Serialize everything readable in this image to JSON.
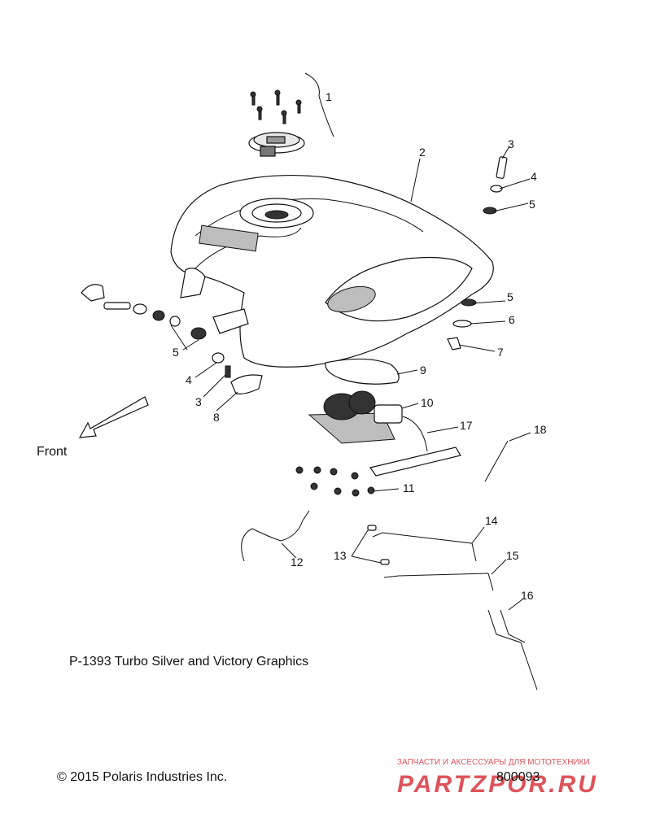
{
  "caption": "P-1393 Turbo Silver and Victory Graphics",
  "copyright": "© 2015 Polaris Industries Inc.",
  "diagram_number": "800093",
  "direction_label": "Front",
  "watermark": {
    "tagline": "ЗАПЧАСТИ И АКСЕССУАРЫ ДЛЯ МОТОТЕХНИКИ",
    "logo_text": "PARTZPOR.RU",
    "color": "#d9363e"
  },
  "callouts": [
    "1",
    "2",
    "3",
    "4",
    "5",
    "5",
    "6",
    "7",
    "9",
    "10",
    "17",
    "18",
    "5",
    "4",
    "3",
    "8",
    "11",
    "14",
    "13",
    "15",
    "12",
    "16"
  ],
  "colors": {
    "ink": "#111111",
    "background": "#ffffff"
  }
}
